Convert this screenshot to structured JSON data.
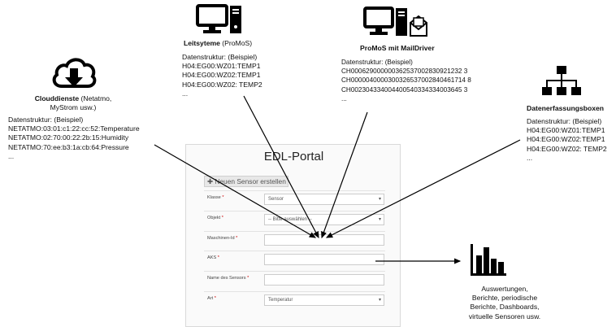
{
  "clouddienste": {
    "title_bold": "Clouddienste",
    "title_rest": " (Netatmo,",
    "title_line2": "MyStrom usw.)",
    "text": "Datenstruktur: (Beispiel)\nNETATMO:03:01:c1:22:cc:52:Temperature\nNETATMO:02:70:00:22:2b:15:Humidity\nNETATMO:70:ee:b3:1a:cb:64:Pressure\n..."
  },
  "leitsysteme": {
    "title_bold": "Leitsyteme",
    "title_rest": " (ProMoS)",
    "text": "Datenstruktur: (Beispiel)\nH04:EG00:WZ01:TEMP1\nH04:EG00:WZ02:TEMP1\nH04:EG00:WZ02: TEMP2\n..."
  },
  "promos_mail": {
    "title": "ProMoS mit MailDriver",
    "text": "Datenstruktur: (Beispiel)\nCH000629000000362537002830921232 3\nCH0000040000300326537002840461714 8\nCH002304334004400540334334003645 3\n..."
  },
  "datenerfassung": {
    "title": "Datenerfassungsboxen",
    "text": "Datenstruktur: (Beispiel)\nH04:EG00:WZ01:TEMP1\nH04:EG00:WZ02:TEMP1\nH04:EG00:WZ02: TEMP2\n..."
  },
  "portal": {
    "title": "EDL-Portal",
    "new_sensor_button": "✚ Neuen Sensor erstellen",
    "rows": [
      {
        "label": "Klasse",
        "value": "Sensor",
        "dropdown": true
      },
      {
        "label": "Objekt",
        "value": "-- Bitte auswählen --",
        "dropdown": true
      },
      {
        "label": "Maschinen-Id",
        "value": "",
        "dropdown": false
      },
      {
        "label": "AKS",
        "value": "",
        "dropdown": false
      },
      {
        "label": "Name des Sensors",
        "value": "",
        "dropdown": false
      },
      {
        "label": "Art",
        "value": "Temperatur",
        "dropdown": true
      }
    ],
    "required_mark": "*"
  },
  "auswertungen": {
    "text": "Auswertungen,\nBerichte, periodische\nBerichte, Dashboards,\nvirtuelle Sensoren usw."
  },
  "icons": [
    "cloud-download-icon",
    "computer-icon",
    "computer-mail-icon",
    "network-hierarchy-icon",
    "bar-chart-icon"
  ],
  "colors": {
    "line": "#000000",
    "required": "#cc0000"
  }
}
